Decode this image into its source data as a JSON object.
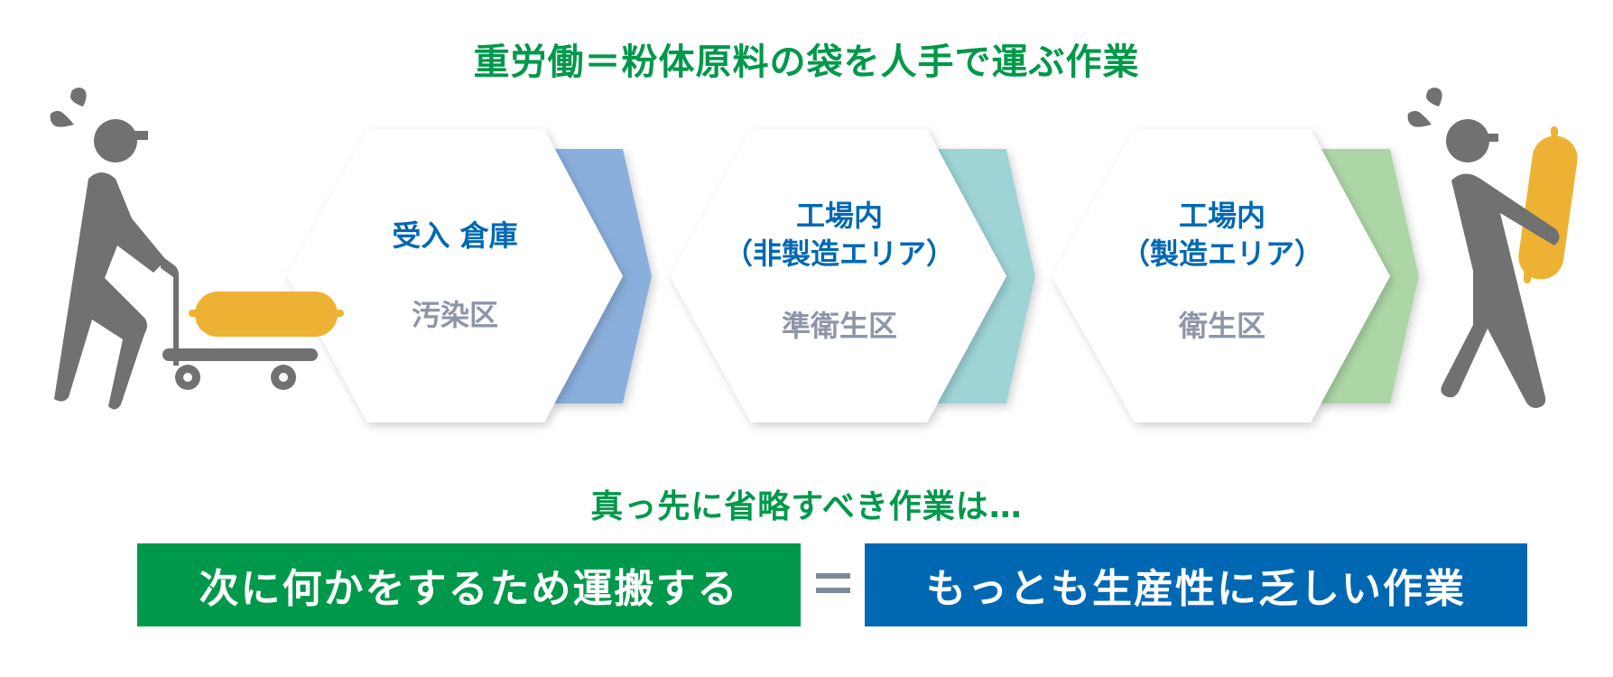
{
  "title": "重労働＝粉体原料の袋を人手で運ぶ作業",
  "colors": {
    "green": "#00984A",
    "blue": "#0068B3",
    "zone_gray": "#8E95A6",
    "figure_gray": "#717171",
    "bag_yellow": "#EDB233",
    "arrow_1": "#8BAFDD",
    "arrow_2": "#9FD4D7",
    "arrow_3": "#ADD6A7",
    "equals_gray": "#7C8A98"
  },
  "figures": {
    "left": {
      "icon": "worker-pushing-cart-icon"
    },
    "right": {
      "icon": "worker-carrying-bag-icon"
    }
  },
  "stages": [
    {
      "title_line1": "受入 倉庫",
      "title_line2": "",
      "zone": "汚染区"
    },
    {
      "title_line1": "工場内",
      "title_line2": "（非製造エリア）",
      "zone": "準衛生区"
    },
    {
      "title_line1": "工場内",
      "title_line2": "（製造エリア）",
      "zone": "衛生区"
    }
  ],
  "subtitle": "真っ先に省略すべき作業は…",
  "equation": {
    "left": "次に何かをするため運搬する",
    "operator": "＝",
    "right": "もっとも生産性に乏しい作業"
  }
}
